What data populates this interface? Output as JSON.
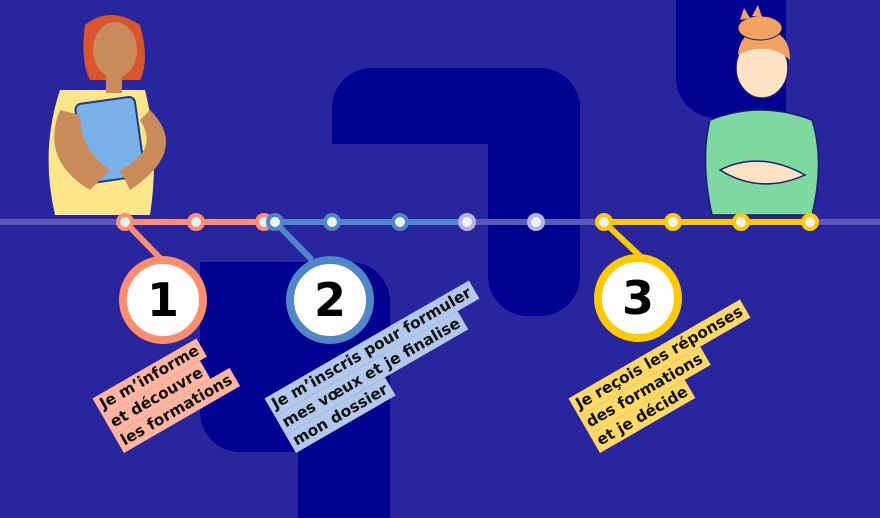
{
  "colors": {
    "background": "#29259f",
    "shape": "#000091",
    "step1": "#ff8d6e",
    "step2": "#5186c9",
    "step3": "#ffca00",
    "label1": "#ffb5a0",
    "label2": "#b2c8ea",
    "label3": "#ffd966"
  },
  "steps": [
    {
      "number": "1",
      "lines": [
        "Je m’informe",
        "et découvre",
        "les formations"
      ]
    },
    {
      "number": "2",
      "lines": [
        "Je m’inscris pour formuler",
        "mes vœux et je finalise",
        "mon dossier"
      ]
    },
    {
      "number": "3",
      "lines": [
        "Je reçois les réponses",
        "des formations",
        "et je décide"
      ]
    }
  ]
}
